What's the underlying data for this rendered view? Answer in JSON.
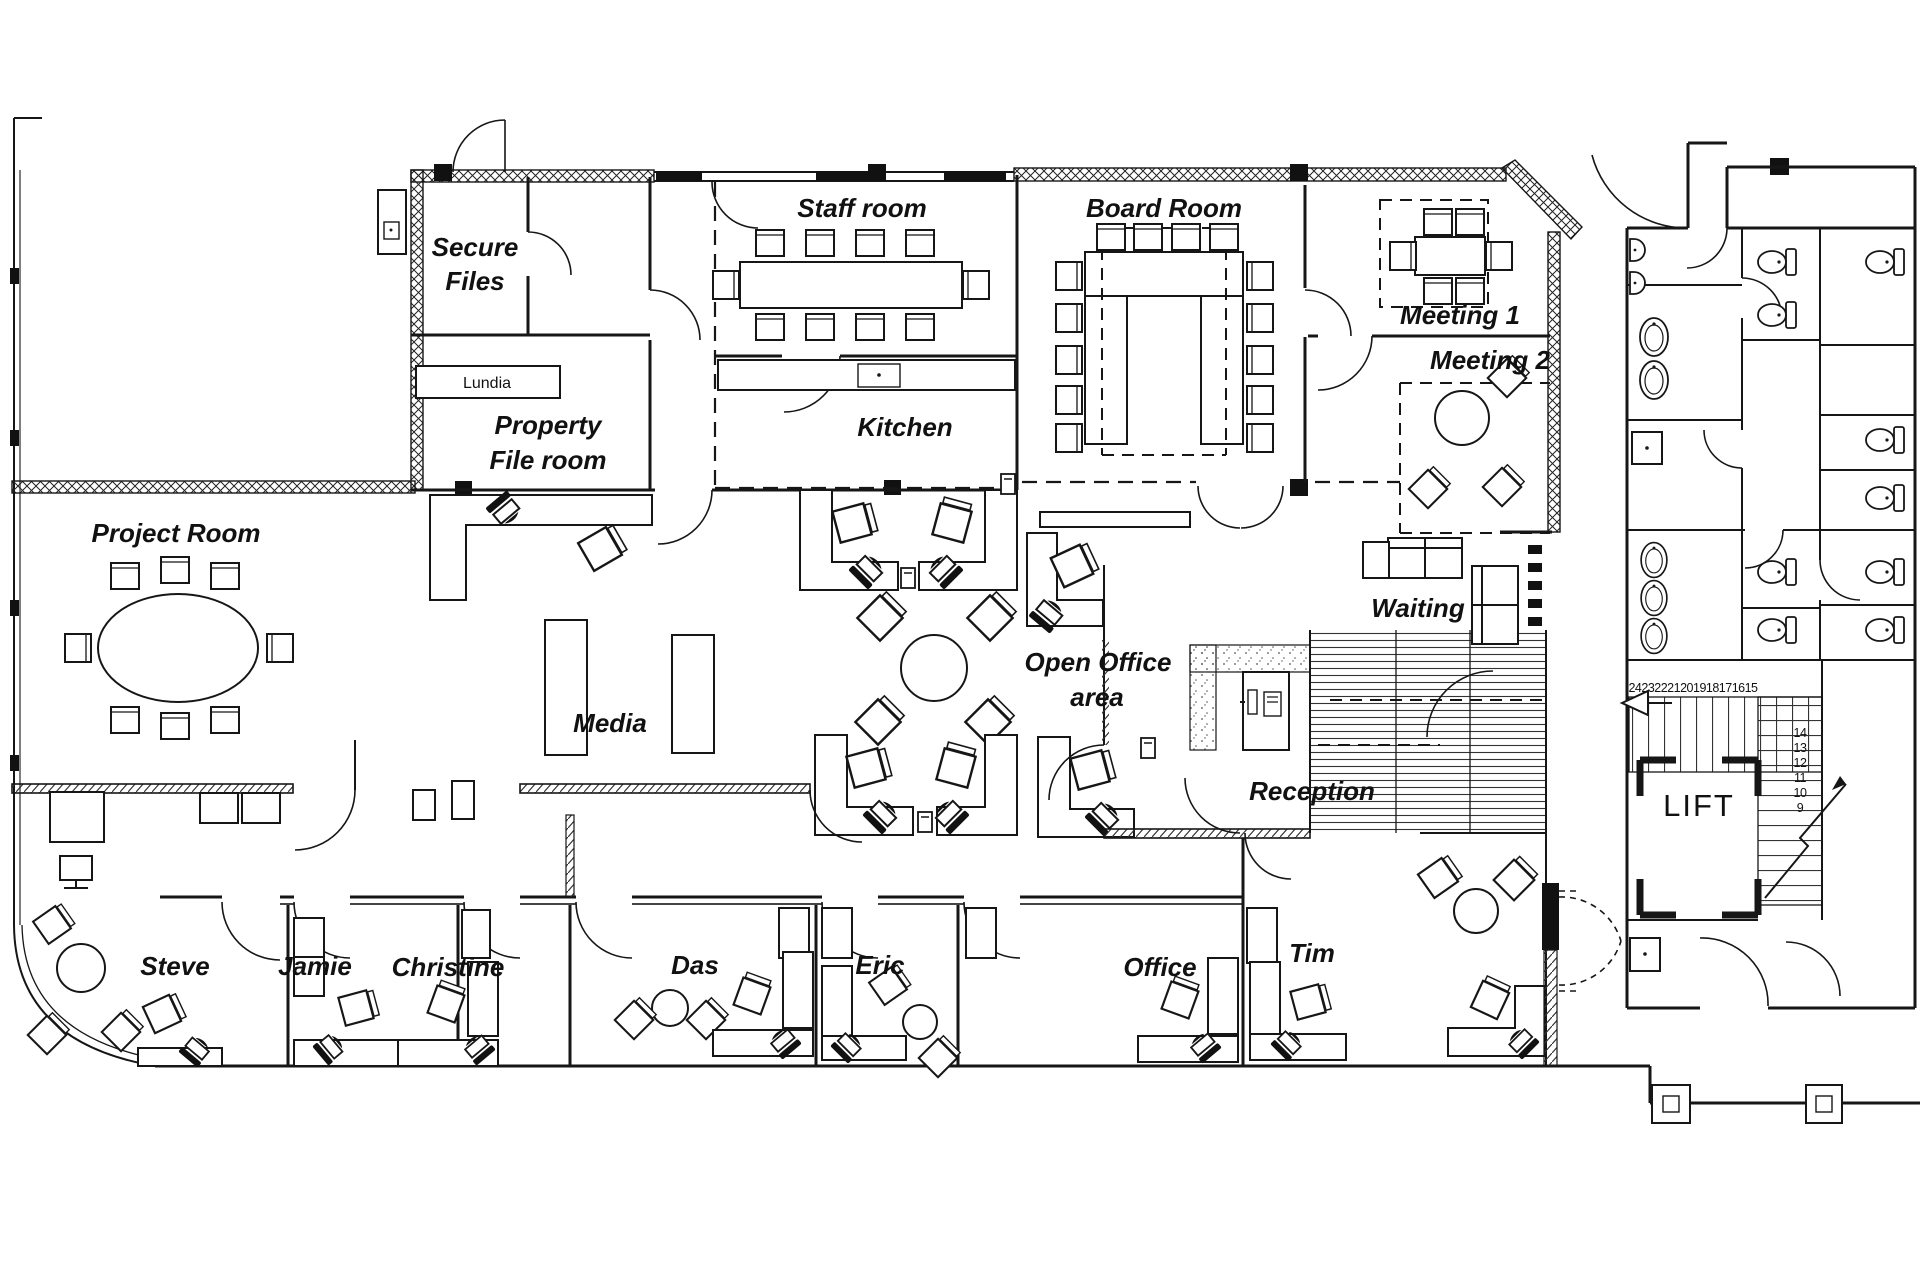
{
  "plan": {
    "rooms": {
      "secure_files": {
        "label_line1": "Secure",
        "label_line2": "Files"
      },
      "lundia": {
        "label": "Lundia"
      },
      "property_file_room": {
        "label_line1": "Property",
        "label_line2": "File room"
      },
      "project_room": {
        "label": "Project Room"
      },
      "staff_room": {
        "label": "Staff room"
      },
      "kitchen": {
        "label": "Kitchen"
      },
      "board_room": {
        "label": "Board Room"
      },
      "meeting_1": {
        "label": "Meeting 1"
      },
      "meeting_2": {
        "label": "Meeting 2"
      },
      "waiting": {
        "label": "Waiting"
      },
      "open_office": {
        "label_line1": "Open Office",
        "label_line2": "area"
      },
      "reception": {
        "label": "Reception"
      },
      "media": {
        "label": "Media"
      },
      "lift": {
        "label": "LIFT"
      }
    },
    "offices": {
      "steve": "Steve",
      "jamie": "Jamie",
      "christine": "Christine",
      "das": "Das",
      "eric": "Eric",
      "office": "Office",
      "tim": "Tim"
    },
    "stairs": {
      "upper_run_numbers": "24232221201918171615",
      "lower_run_numbers": [
        "14",
        "13",
        "12",
        "11",
        "10",
        "9"
      ]
    }
  }
}
